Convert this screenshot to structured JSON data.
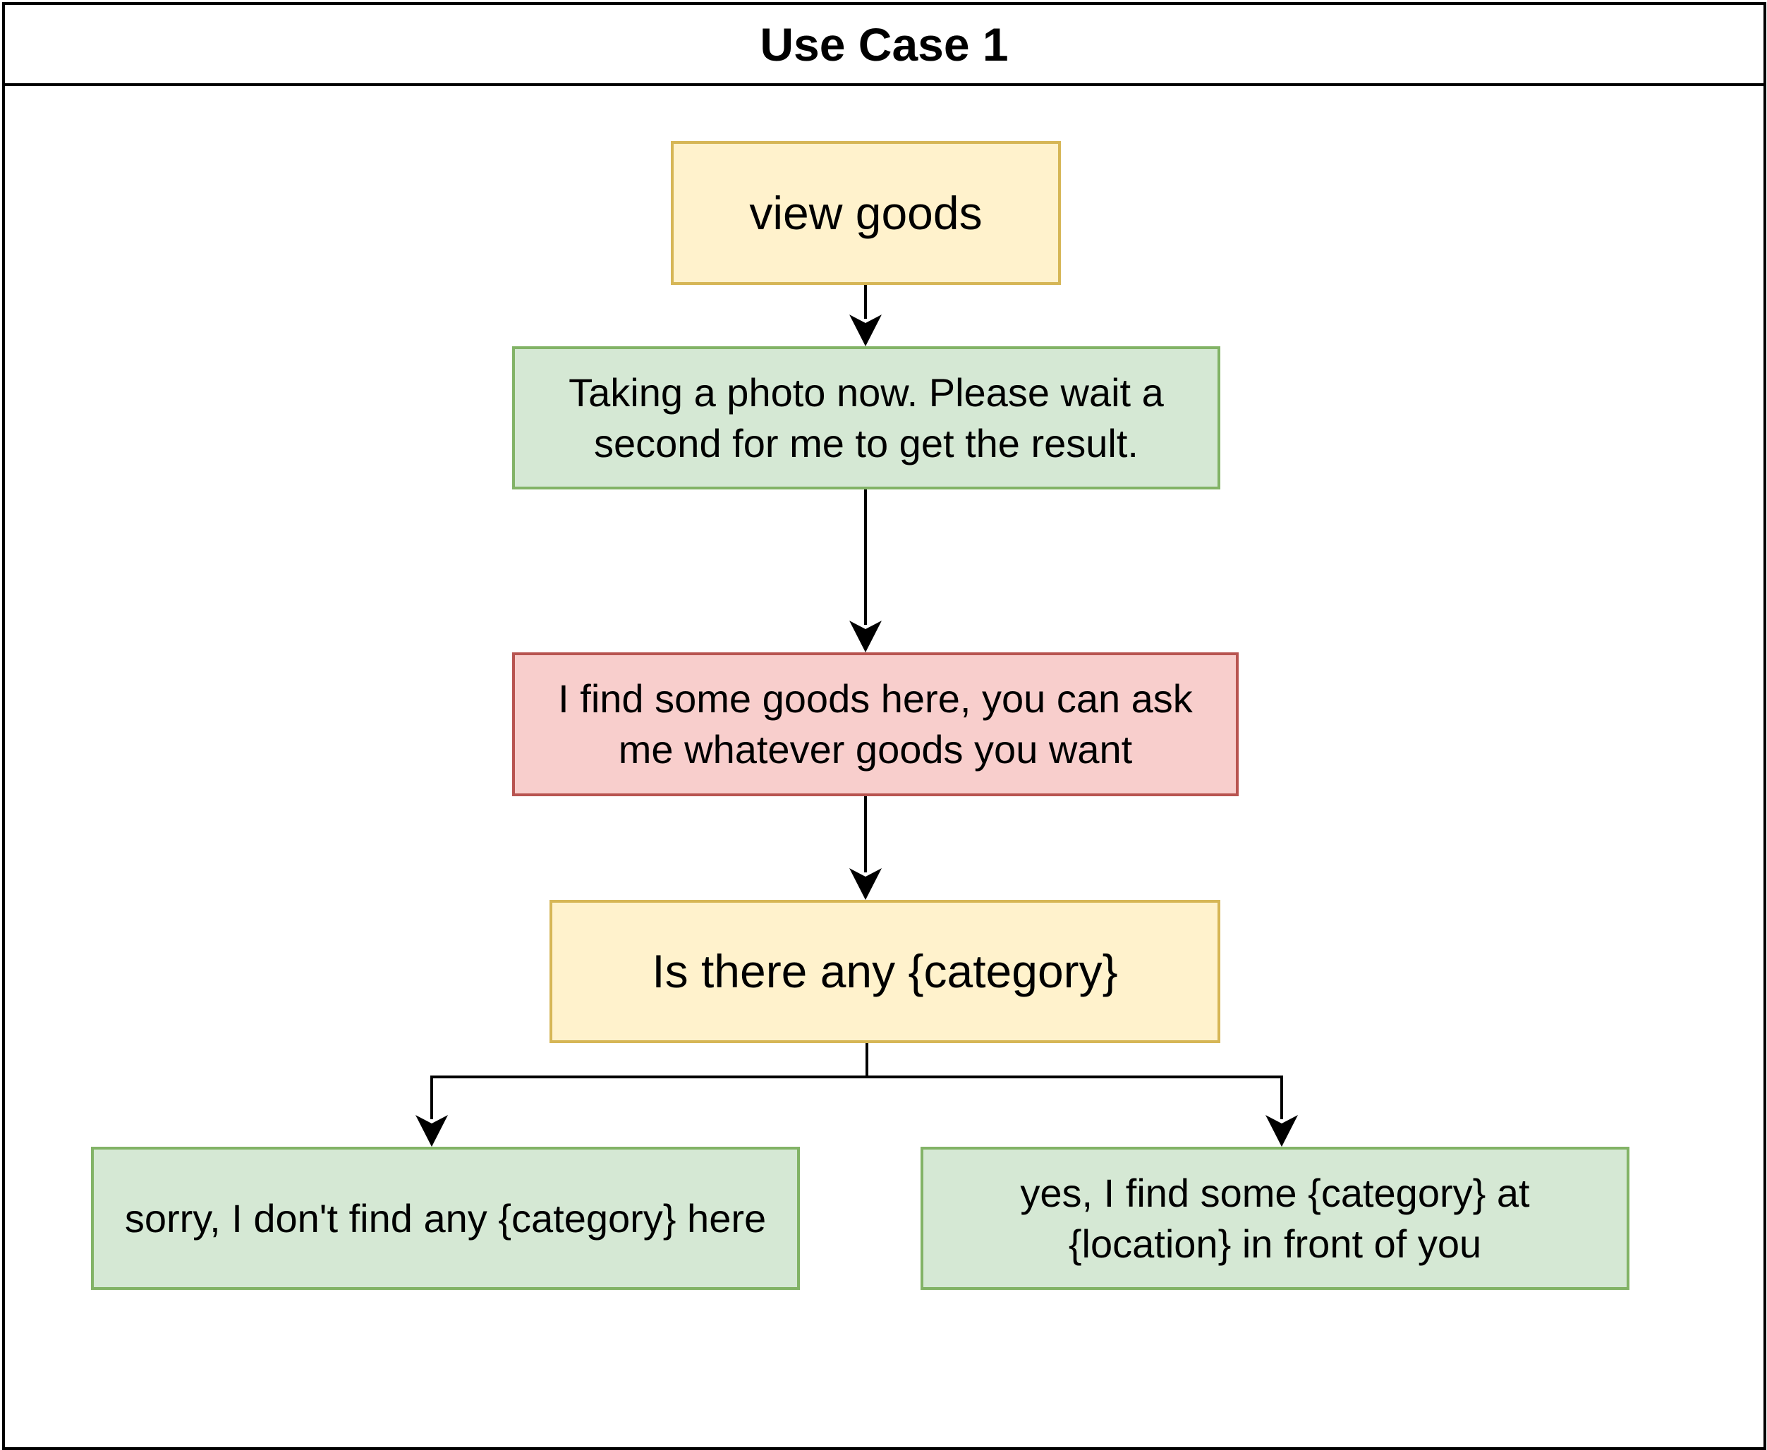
{
  "frame": {
    "title": "Use Case 1"
  },
  "nodes": {
    "view_goods": "view goods",
    "taking_photo": "Taking a photo now. Please wait a second for me to get the result.",
    "find_goods": "I find some goods here, you can ask me whatever goods you want",
    "ask_category": "Is there any {category}",
    "not_found": "sorry, I don't find any {category} here",
    "found": "yes, I find some {category} at {location} in front of you"
  },
  "colors": {
    "yellow_fill": "#fff2cc",
    "yellow_stroke": "#d6b656",
    "green_fill": "#d5e8d4",
    "green_stroke": "#82b366",
    "red_fill": "#f8cecc",
    "red_stroke": "#b85450",
    "line": "#000000"
  }
}
